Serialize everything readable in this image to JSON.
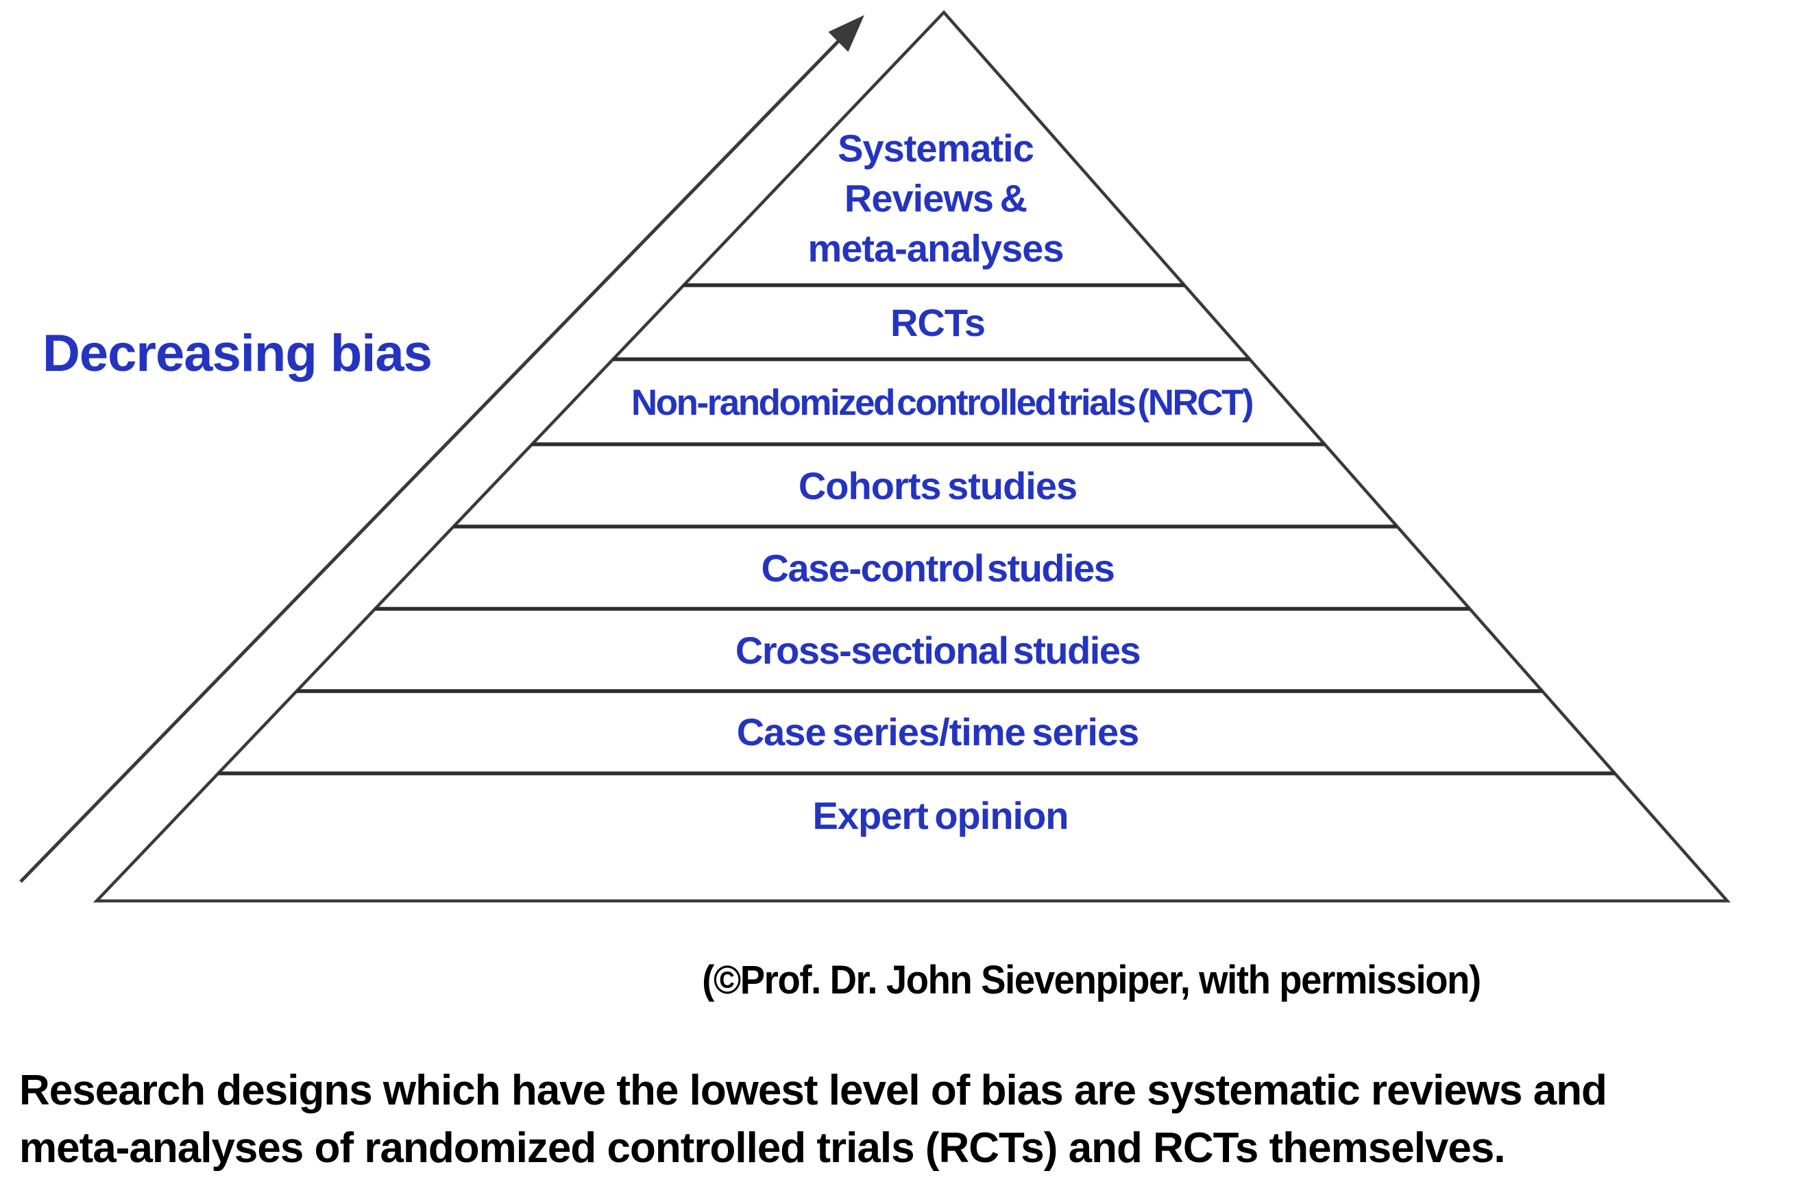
{
  "colors": {
    "label_blue": "#2434c1",
    "line_dark": "#3a3a3a",
    "divider_dark": "#2d2d2d",
    "text_black": "#000000"
  },
  "pyramid": {
    "bias_label": "Decreasing bias",
    "levels": [
      {
        "label": "Systematic\nReviews &\nmeta-analyses"
      },
      {
        "label": "RCTs"
      },
      {
        "label": "Non-randomized controlled trials (NRCT)"
      },
      {
        "label": "Cohorts studies"
      },
      {
        "label": "Case-control studies"
      },
      {
        "label": "Cross-sectional studies"
      },
      {
        "label": "Case series/time series"
      },
      {
        "label": "Expert opinion"
      }
    ]
  },
  "caption": "(©Prof. Dr. John Sievenpiper, with permission)",
  "footer": {
    "line1": "Research designs which have the lowest level of bias are systematic reviews and",
    "line2": "meta-analyses of randomized controlled trials (RCTs) and RCTs themselves."
  }
}
